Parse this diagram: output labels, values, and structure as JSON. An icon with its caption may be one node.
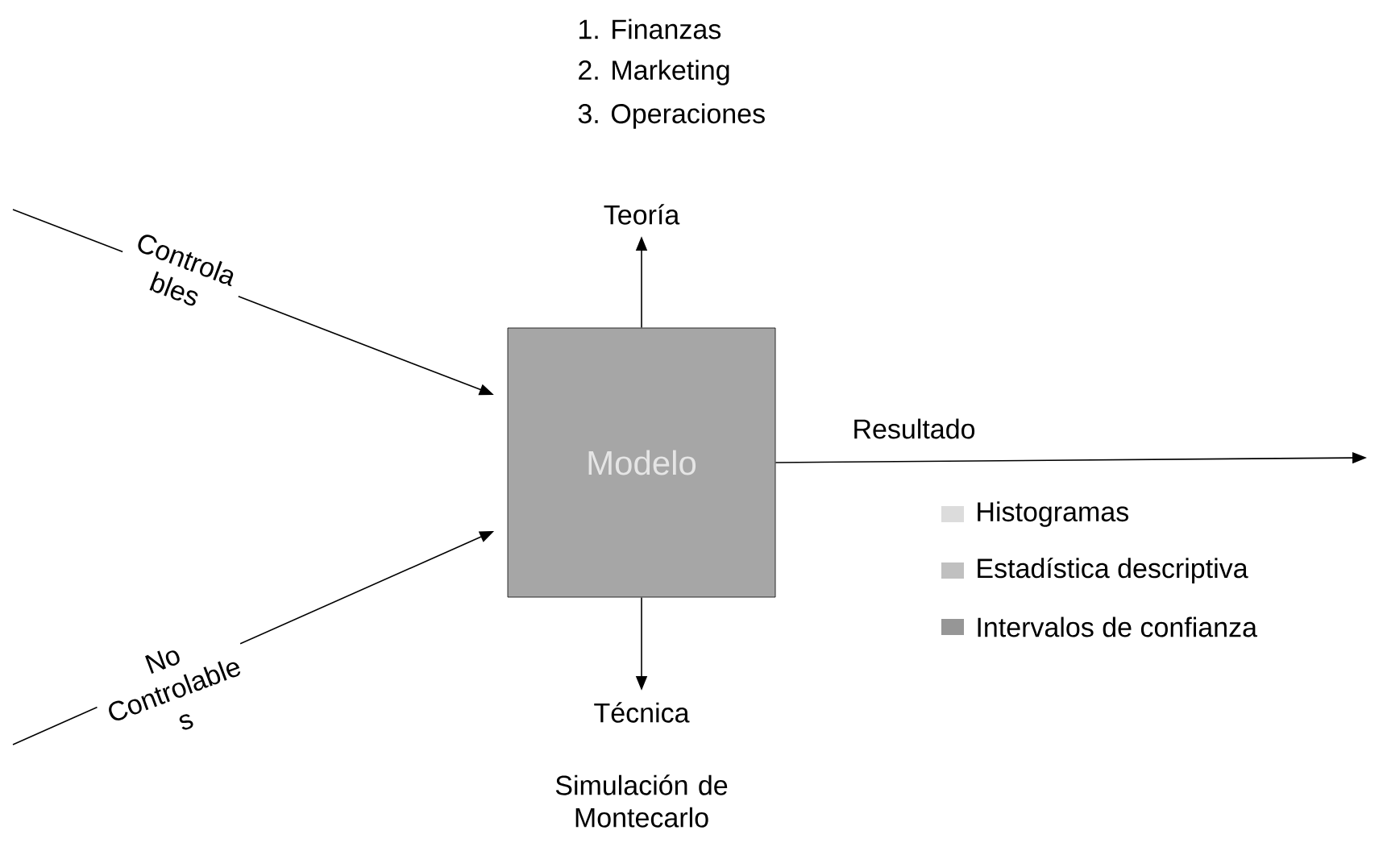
{
  "diagram": {
    "nodes": [
      {
        "text": [
          "Modelo"
        ]
      },
      {
        "text": [
          "Teoría"
        ]
      },
      {
        "text": [
          "Técnica"
        ]
      }
    ],
    "edges": [
      {
        "from": null,
        "to": 0,
        "arrow": "to",
        "label": "Controla bles"
      },
      {
        "from": null,
        "to": 0,
        "arrow": "to",
        "label": "No Controlable s"
      },
      {
        "from": 0,
        "to": 1,
        "arrow": "to"
      },
      {
        "from": 0,
        "to": 2,
        "arrow": "to"
      },
      {
        "from": 0,
        "to": null,
        "arrow": "to",
        "label": "Resultado"
      }
    ],
    "labels": [
      "1. Finanzas",
      "2. Marketing",
      "3. Operaciones",
      "Simulación de Montecarlo"
    ],
    "legend": [
      {
        "text": "Histogramas",
        "color": "#dcdcdc"
      },
      {
        "text": "Estadística descriptiva",
        "color": "#c0c0c0"
      },
      {
        "text": "Intervalos de confianza",
        "color": "#969696"
      }
    ]
  }
}
